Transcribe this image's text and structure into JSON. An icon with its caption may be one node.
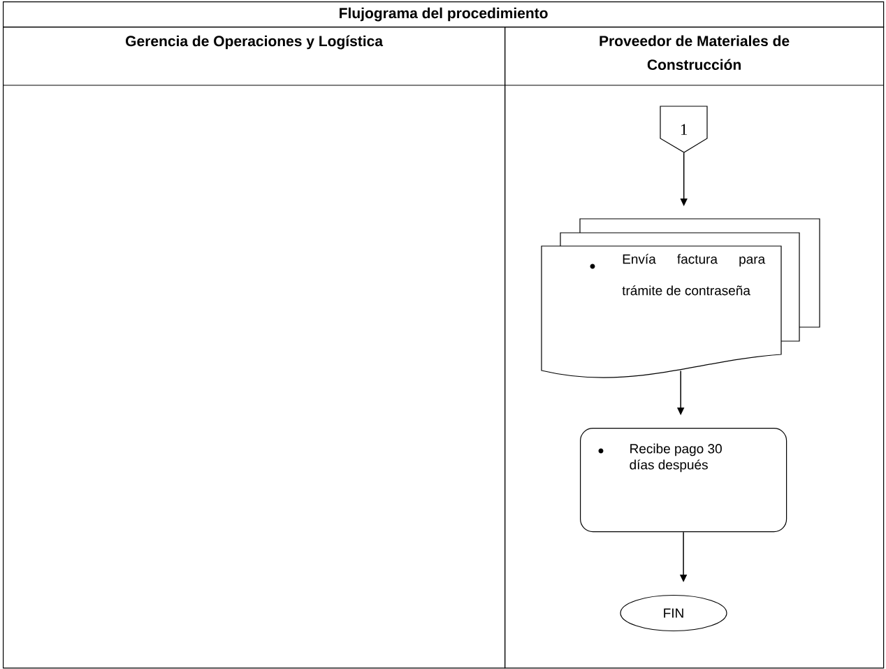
{
  "diagram": {
    "title": "Flujograma del procedimiento",
    "nodes": [
      {
        "text": [
          "Gerencia de Operaciones y Logística"
        ]
      },
      {
        "text": [
          "Proveedor de Materiales de Construcción"
        ]
      },
      {
        "text": [
          "1"
        ],
        "in": 1
      },
      {
        "text": [
          "Envía factura para trámite de contraseña"
        ],
        "in": 1
      },
      {
        "text": [
          "Recibe pago 30 días después"
        ],
        "in": 1
      },
      {
        "text": [
          "FIN"
        ],
        "in": 1
      }
    ],
    "edges": [
      {
        "from": 2,
        "to": 3,
        "arrow": "to"
      },
      {
        "from": 3,
        "to": 4,
        "arrow": "to"
      },
      {
        "from": 4,
        "to": 5,
        "arrow": "to"
      }
    ]
  }
}
